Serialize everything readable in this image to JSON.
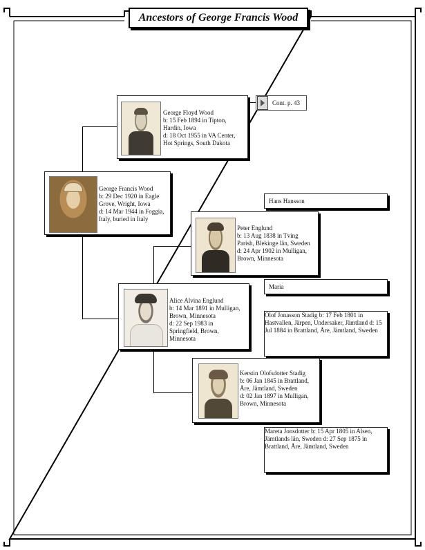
{
  "page_title": "Ancestors of George Francis Wood",
  "continue_label": "Cont. p. 43",
  "people": {
    "george_floyd": {
      "name": "George Floyd Wood",
      "lines": [
        "b: 15 Feb 1894 in Tipton,",
        "Hardin, Iowa",
        "d: 18 Oct 1955 in VA Center,",
        "Hot Springs, South Dakota"
      ]
    },
    "george_francis": {
      "name": "George Francis Wood",
      "lines": [
        "b: 29 Dec 1920 in Eagle",
        "Grove, Wright, Iowa",
        "d: 14 Mar 1944 in Foggia,",
        "Italy, buried in Italy"
      ]
    },
    "hans": {
      "name": "Hans Hansson"
    },
    "peter": {
      "name": "Peter Englund",
      "lines": [
        "b: 13 Aug 1838 in Tving",
        "Parish, Blekinge län, Sweden",
        "d: 24 Apr 1902 in Mulligan,",
        "Brown, Minnesota"
      ]
    },
    "maria": {
      "name": "Maria"
    },
    "alice": {
      "name": "Alice Alvina Englund",
      "lines": [
        "b: 14 Mar 1891 in Mulligan,",
        "Brown, Minnesota",
        "d: 22 Sep 1983 in",
        "Springfield, Brown,",
        "Minnesota"
      ]
    },
    "olof": {
      "name": "Olof Jonasson Stadig",
      "lines": [
        "b: 17 Feb 1801 in Hastvallen, Järpen,",
        "Undersaker, Jämtland",
        "d: 15 Jul 1884 in Brattland, Åre, Jämtland,",
        "Sweden"
      ]
    },
    "kerstin": {
      "name": "Kerstin Olofsdotter Stadig",
      "lines": [
        "b: 06 Jan 1845 in Brattland,",
        "Åre, Jämtland, Sweden",
        "d: 02 Jan 1897 in Mulligan,",
        "Brown, Minnesota"
      ]
    },
    "mareta": {
      "name": "Mareta Jonsdotter",
      "lines": [
        "b: 15 Apr 1805 in Alsen, Jämtlands län,",
        "Sweden",
        "d: 27 Sep 1875 in Brattland, Åre, Jämtland,",
        "Sweden"
      ]
    }
  }
}
